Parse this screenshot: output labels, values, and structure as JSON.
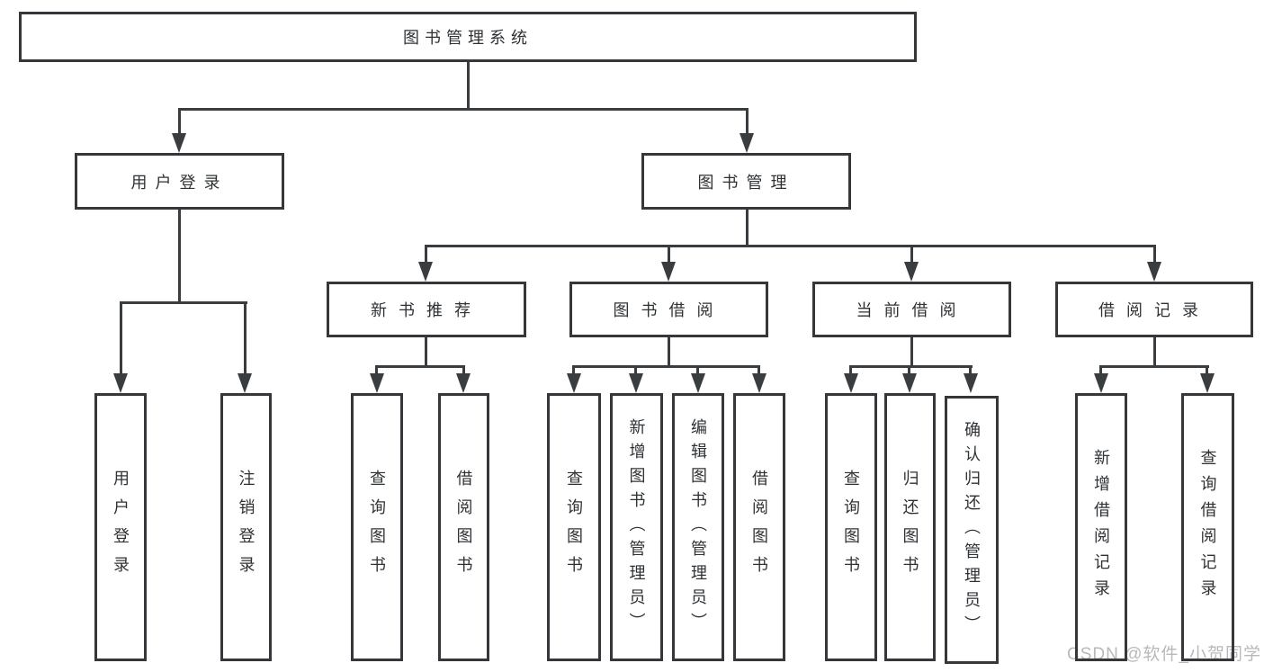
{
  "diagram_type": "hierarchy-tree",
  "colors": {
    "background": "#ffffff",
    "box_border": "#35373a",
    "connector_line": "#3a3d40",
    "text": "#2f3235",
    "watermark_text": "#b9b9b9"
  },
  "tree": {
    "label": "图书管理系统",
    "children": [
      {
        "label": "用户登录",
        "children": [
          {
            "label": "用户登录"
          },
          {
            "label": "注销登录"
          }
        ]
      },
      {
        "label": "图书管理",
        "children": [
          {
            "label": "新书推荐",
            "children": [
              {
                "label": "查询图书"
              },
              {
                "label": "借阅图书"
              }
            ]
          },
          {
            "label": "图书借阅",
            "children": [
              {
                "label": "查询图书"
              },
              {
                "label": "新增图书（管理员）"
              },
              {
                "label": "编辑图书（管理员）"
              },
              {
                "label": "借阅图书"
              }
            ]
          },
          {
            "label": "当前借阅",
            "children": [
              {
                "label": "查询图书"
              },
              {
                "label": "归还图书"
              },
              {
                "label": "确认归还（管理员）"
              }
            ]
          },
          {
            "label": "借阅记录",
            "children": [
              {
                "label": "新增借阅记录"
              },
              {
                "label": "查询借阅记录"
              }
            ]
          }
        ]
      }
    ]
  },
  "watermark": {
    "text": "CSDN @软件_小贺同学"
  }
}
